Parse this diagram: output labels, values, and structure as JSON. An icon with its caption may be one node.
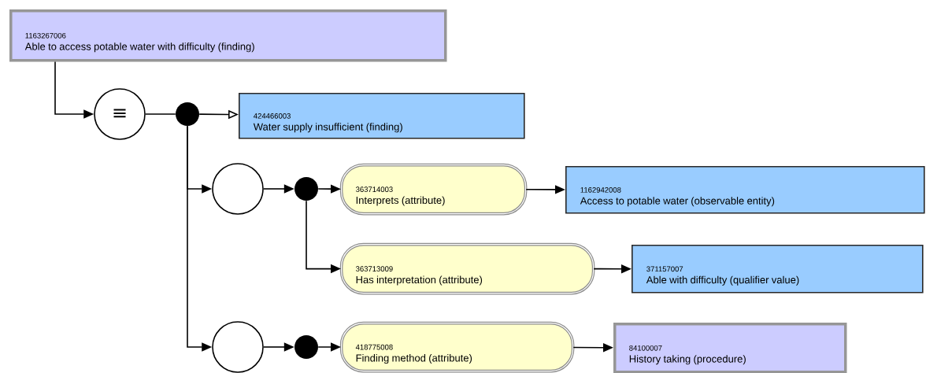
{
  "diagram": {
    "nodes": [
      {
        "text": [
          "1163267006",
          "Able to access potable water with difficulty (finding)"
        ]
      },
      {
        "text": [
          "≡"
        ]
      },
      {
        "text": [],
        "shape": "dot"
      },
      {
        "text": [
          "424466003",
          "Water supply insufficient (finding)"
        ]
      },
      {
        "text": [],
        "shape": "circle"
      },
      {
        "text": [],
        "shape": "dot"
      },
      {
        "text": [
          "363714003",
          "Interprets (attribute)"
        ]
      },
      {
        "text": [
          "1162942008",
          "Access to potable water (observable entity)"
        ]
      },
      {
        "text": [
          "363713009",
          "Has interpretation (attribute)"
        ]
      },
      {
        "text": [
          "371157007",
          "Able with difficulty (qualifier value)"
        ]
      },
      {
        "text": [],
        "shape": "circle"
      },
      {
        "text": [],
        "shape": "dot"
      },
      {
        "text": [
          "418775008",
          "Finding method (attribute)"
        ]
      },
      {
        "text": [
          "84100007",
          "History taking (procedure)"
        ]
      }
    ],
    "edges": [
      {
        "from": 0,
        "to": 1,
        "arrow": "to"
      },
      {
        "from": 1,
        "to": 2,
        "arrow": "none"
      },
      {
        "from": 2,
        "to": 3,
        "arrow": "to"
      },
      {
        "from": 2,
        "to": 4,
        "arrow": "to"
      },
      {
        "from": 2,
        "to": 10,
        "arrow": "to"
      },
      {
        "from": 4,
        "to": 5,
        "arrow": "to"
      },
      {
        "from": 5,
        "to": 6,
        "arrow": "to"
      },
      {
        "from": 5,
        "to": 8,
        "arrow": "to"
      },
      {
        "from": 6,
        "to": 7,
        "arrow": "to"
      },
      {
        "from": 8,
        "to": 9,
        "arrow": "to"
      },
      {
        "from": 10,
        "to": 11,
        "arrow": "to"
      },
      {
        "from": 11,
        "to": 12,
        "arrow": "to"
      },
      {
        "from": 12,
        "to": 13,
        "arrow": "to"
      }
    ]
  }
}
